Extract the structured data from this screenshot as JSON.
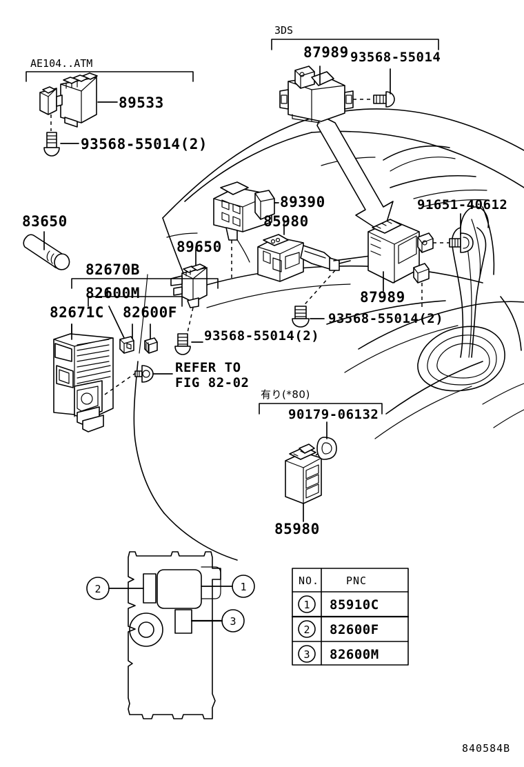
{
  "diagram": {
    "id": "840584B",
    "title_parts": [
      "89533",
      "87989",
      "89390",
      "85980",
      "89650",
      "83650",
      "82670B",
      "82600M",
      "82671C",
      "82600F",
      "87989",
      "85980"
    ]
  },
  "groups": [
    {
      "key": "atm",
      "label": "AE104..ATM"
    },
    {
      "key": "threeds",
      "label": "3DS"
    },
    {
      "key": "ari80",
      "label": "有り(*80)"
    }
  ],
  "callouts": [
    {
      "key": "c89533",
      "text": "89533"
    },
    {
      "key": "c93568a",
      "text": "93568-55014(2)"
    },
    {
      "key": "c87989top",
      "text": "87989"
    },
    {
      "key": "c93568b",
      "text": "93568-55014"
    },
    {
      "key": "c89390",
      "text": "89390"
    },
    {
      "key": "c85980mid",
      "text": "85980"
    },
    {
      "key": "c89650",
      "text": "89650"
    },
    {
      "key": "c91651",
      "text": "91651-40612"
    },
    {
      "key": "c83650",
      "text": "83650"
    },
    {
      "key": "c82670b",
      "text": "82670B"
    },
    {
      "key": "c82600m",
      "text": "82600M"
    },
    {
      "key": "c82671c",
      "text": "82671C"
    },
    {
      "key": "c82600f",
      "text": "82600F"
    },
    {
      "key": "c87989bot",
      "text": "87989"
    },
    {
      "key": "c93568c",
      "text": "93568-55014(2)"
    },
    {
      "key": "c93568d",
      "text": "93568-55014(2)"
    },
    {
      "key": "c90179",
      "text": "90179-06132"
    },
    {
      "key": "c85980bot",
      "text": "85980"
    }
  ],
  "refer_note": {
    "line1": "REFER TO",
    "line2": "FIG 82-02"
  },
  "panel_callouts": [
    {
      "num": "2",
      "side": "left"
    },
    {
      "num": "1",
      "side": "right"
    },
    {
      "num": "3",
      "side": "right"
    }
  ],
  "table": {
    "headers": [
      "NO.",
      "PNC"
    ],
    "rows": [
      {
        "no": "1",
        "pnc": "85910C"
      },
      {
        "no": "2",
        "pnc": "82600F"
      },
      {
        "no": "3",
        "pnc": "82600M"
      }
    ]
  },
  "colors": {
    "ink": "#000000",
    "paper": "#ffffff"
  }
}
